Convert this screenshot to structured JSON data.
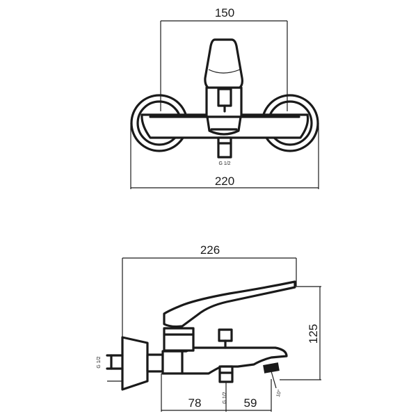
{
  "top_view": {
    "dim_width_top": "150",
    "dim_width_bottom": "220",
    "thread_label": "G 1/2"
  },
  "side_view": {
    "dim_length": "226",
    "dim_height": "125",
    "dim_left_offset": "78",
    "dim_right_offset": "59",
    "thread_label_left": "G 1/2",
    "thread_label_bottom": "G 1/2",
    "angle_label": "10°"
  }
}
